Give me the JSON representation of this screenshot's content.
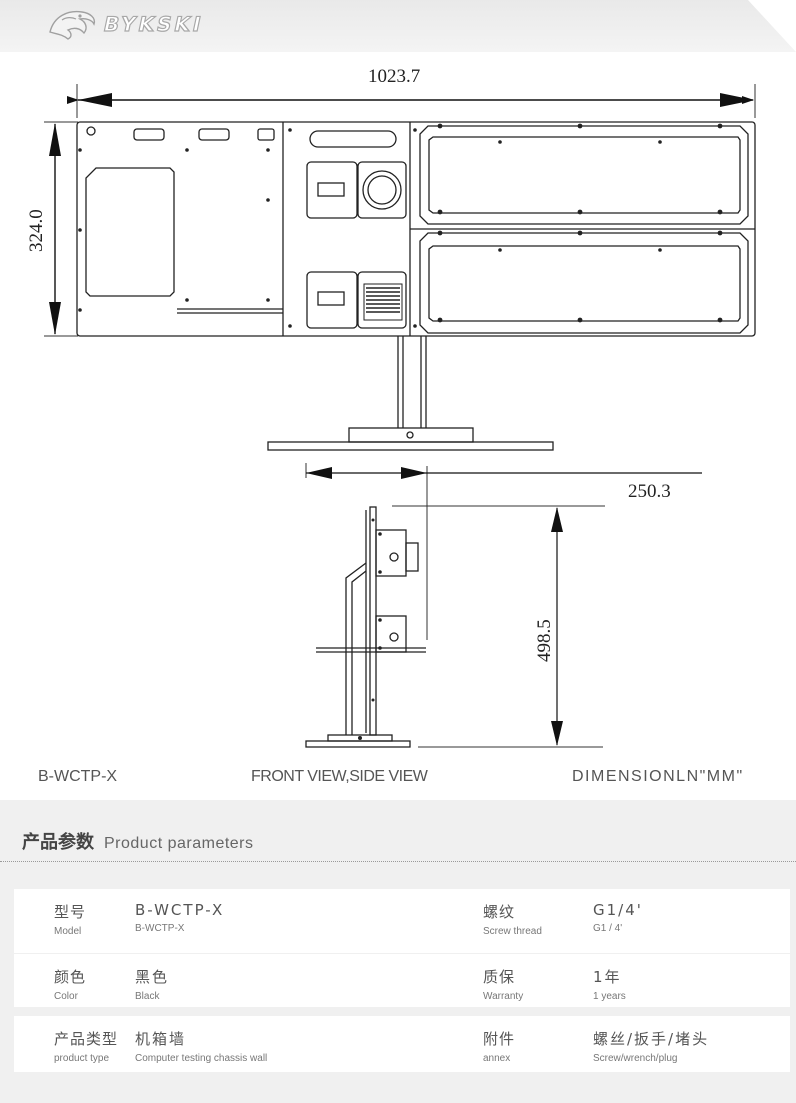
{
  "brand": {
    "logo_text": "BYKSKI",
    "logo_icon": "dragon-head-icon"
  },
  "drawing": {
    "width_dim": "1023.7",
    "height_dim": "324.0",
    "depth_dim": "250.3",
    "total_height_dim": "498.5"
  },
  "captions": {
    "model": "B-WCTP-X",
    "view": "FRONT VIEW,SIDE VIEW",
    "units": "DIMENSIONLN\"MM\""
  },
  "params": {
    "title_cn": "产品参数",
    "title_en": "Product parameters",
    "rows": [
      {
        "left": {
          "label_cn": "型号",
          "label_en": "Model",
          "value_cn": "B-WCTP-X",
          "value_en": "B-WCTP-X"
        },
        "right": {
          "label_cn": "螺纹",
          "label_en": "Screw thread",
          "value_cn": "G1/4'",
          "value_en": "G1 / 4'"
        }
      },
      {
        "left": {
          "label_cn": "颜色",
          "label_en": "Color",
          "value_cn": "黑色",
          "value_en": "Black"
        },
        "right": {
          "label_cn": "质保",
          "label_en": "Warranty",
          "value_cn": "1年",
          "value_en": "1 years"
        }
      },
      {
        "left": {
          "label_cn": "产品类型",
          "label_en": "product type",
          "value_cn": "机箱墙",
          "value_en": "Computer testing chassis wall"
        },
        "right": {
          "label_cn": "附件",
          "label_en": "annex",
          "value_cn": "螺丝/扳手/堵头",
          "value_en": "Screw/wrench/plug"
        }
      }
    ]
  }
}
